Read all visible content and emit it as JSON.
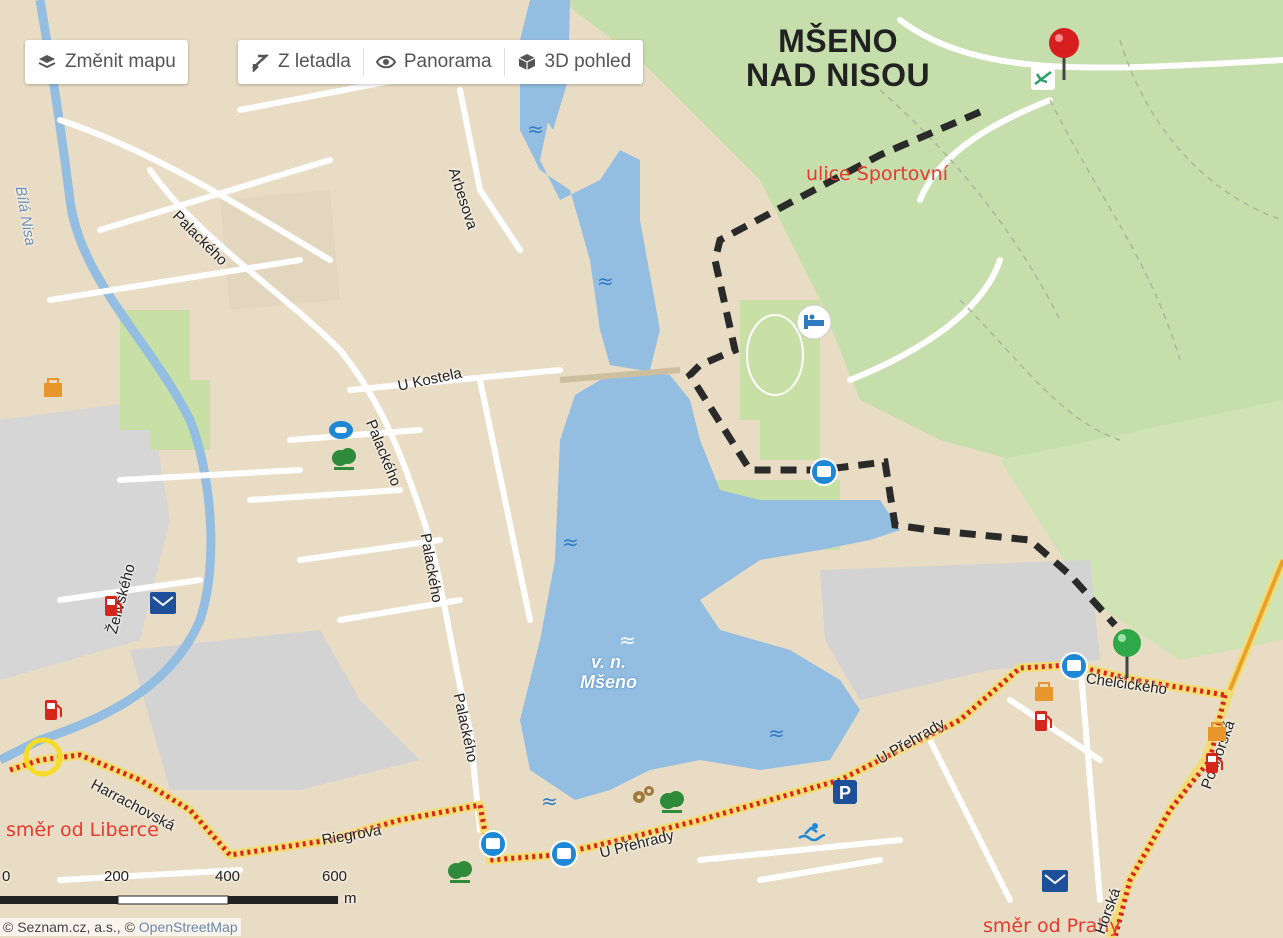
{
  "toolbar": {
    "change_map": "Změnit mapu",
    "aerial": "Z letadla",
    "panorama": "Panorama",
    "view3d": "3D pohled"
  },
  "map": {
    "city_line1": "MŠENO",
    "city_line2": "NAD NISOU",
    "annotations": {
      "sportovni": "ulice Sportovní",
      "liberec": "směr od Liberce",
      "praha": "směr od Prahy"
    },
    "water_name_line1": "v. n.",
    "water_name_line2": "Mšeno",
    "streets": {
      "bila_nisa": "Bílá Nisa",
      "palackeho": "Palackého",
      "arbesova": "Arbesova",
      "u_kostela": "U Kostela",
      "zelivskeho": "Želivského",
      "harrachovska": "Harrachovská",
      "riegrova": "Riegrova",
      "u_prehrady": "U Přehrady",
      "chelcickeho": "Chelčického",
      "podhorska": "Podhorská",
      "horska": "Horská"
    }
  },
  "scale": {
    "ticks": [
      "0",
      "200",
      "400",
      "600"
    ],
    "unit": "m"
  },
  "attribution": {
    "seznam": "© Seznam.cz, a.s., ©",
    "osm": "OpenStreetMap"
  },
  "colors": {
    "water": "#94bde2",
    "forest": "#c6deab",
    "land": "#e9dcc4",
    "road_major": "#f4dc74",
    "route_dot": "#d6261c",
    "walk_path": "#2a2a2a",
    "pin_start": "#2fa84a",
    "pin_end": "#d61e1e"
  }
}
